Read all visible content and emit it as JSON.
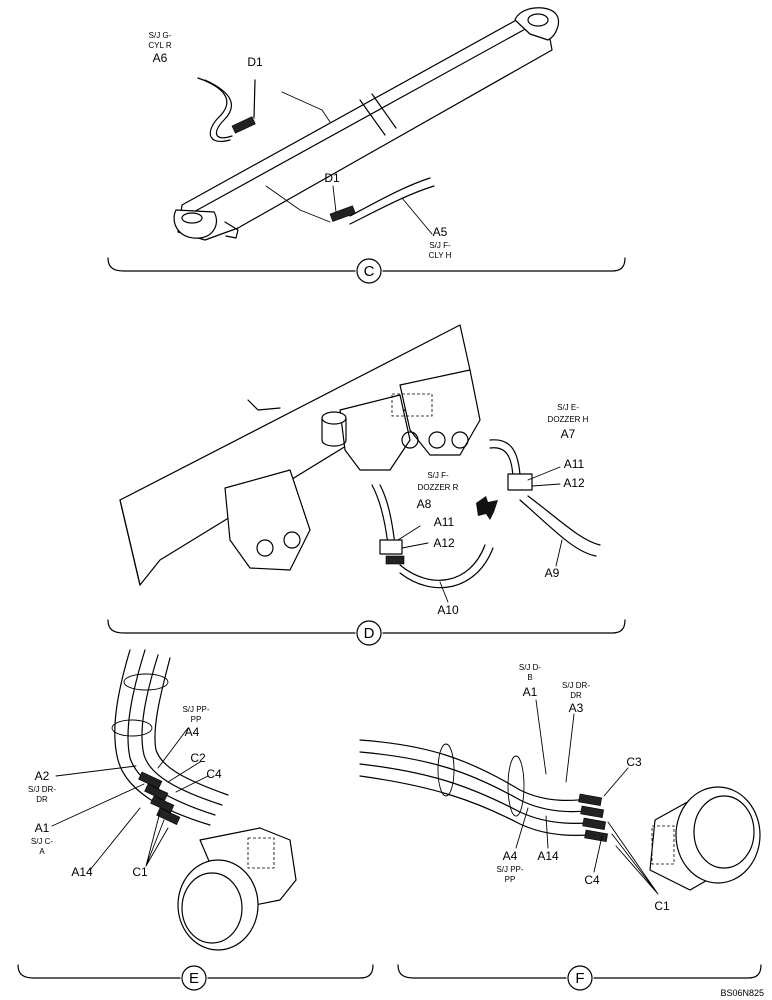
{
  "views": {
    "c": {
      "title": "C",
      "labels": {
        "a6_note1": "S/J G-",
        "a6_note2": "CYL R",
        "a6": "A6",
        "d1_top": "D1",
        "d1_bottom": "D1",
        "a5": "A5",
        "a5_note1": "S/J F-",
        "a5_note2": "CLY H"
      }
    },
    "d": {
      "title": "D",
      "labels": {
        "a7_note1": "S/J E-",
        "a7_note2": "DOZZER H",
        "a7": "A7",
        "a11_right": "A11",
        "a12_right": "A12",
        "a8_note1": "S/J F-",
        "a8_note2": "DOZZER R",
        "a8": "A8",
        "a11_left": "A11",
        "a12_left": "A12",
        "a9": "A9",
        "a10": "A10"
      }
    },
    "e": {
      "title": "E",
      "labels": {
        "a4_note1": "S/J PP-",
        "a4_note2": "PP",
        "a4": "A4",
        "c2": "C2",
        "c4": "C4",
        "a2": "A2",
        "a2_note1": "S/J DR-",
        "a2_note2": "DR",
        "a1": "A1",
        "a1_note1": "S/J C-",
        "a1_note2": "A",
        "a14": "A14",
        "c1": "C1"
      }
    },
    "f": {
      "title": "F",
      "labels": {
        "a1_note1": "S/J D-",
        "a1_note2": "B",
        "a1": "A1",
        "a3_note1": "S/J DR-",
        "a3_note2": "DR",
        "a3": "A3",
        "c3": "C3",
        "a4": "A4",
        "a4_note1": "S/J PP-",
        "a4_note2": "PP",
        "a14": "A14",
        "c4": "C4",
        "c1": "C1"
      }
    }
  },
  "reference": "BS06N825"
}
